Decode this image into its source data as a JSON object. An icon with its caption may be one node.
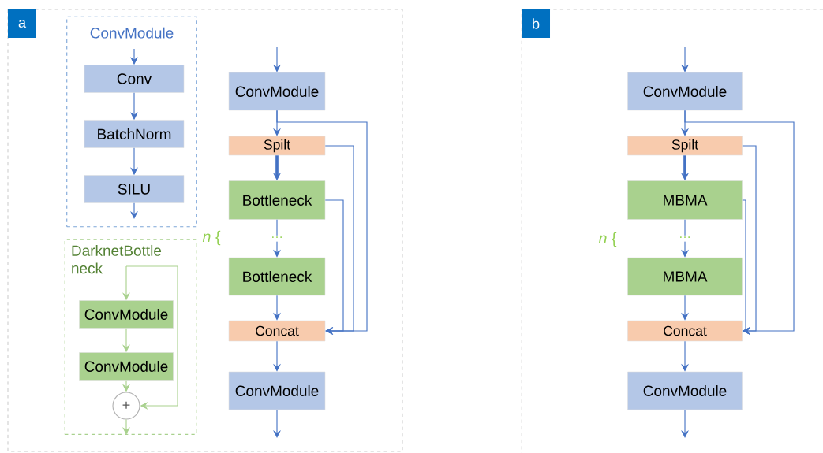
{
  "diagram": {
    "nodes": [
      {
        "text": [
          "ConvModule"
        ]
      },
      {
        "text": [
          "Conv"
        ],
        "in": 0
      },
      {
        "text": [
          "BatchNorm"
        ],
        "in": 0
      },
      {
        "text": [
          "SILU"
        ],
        "in": 0
      },
      {
        "text": [
          "DarknetBottle neck"
        ]
      },
      {
        "text": [
          "ConvModule"
        ],
        "in": 4
      },
      {
        "text": [
          "ConvModule"
        ],
        "in": 4
      },
      {
        "text": [
          "+"
        ],
        "in": 4
      },
      {
        "text": [
          "ConvModule"
        ]
      },
      {
        "text": [
          "Spilt"
        ]
      },
      {
        "text": [
          "Bottleneck"
        ]
      },
      {
        "text": [
          "Bottleneck"
        ]
      },
      {
        "text": [
          "Concat"
        ]
      },
      {
        "text": [
          "ConvModule"
        ]
      },
      {
        "text": [
          "ConvModule"
        ]
      },
      {
        "text": [
          "Spilt"
        ]
      },
      {
        "text": [
          "MBMA"
        ]
      },
      {
        "text": [
          "MBMA"
        ]
      },
      {
        "text": [
          "Concat"
        ]
      },
      {
        "text": [
          "ConvModule"
        ]
      }
    ],
    "edges": [
      {
        "from": null,
        "to": 1,
        "arrow": "to"
      },
      {
        "from": 1,
        "to": 2,
        "arrow": "to"
      },
      {
        "from": 2,
        "to": 3,
        "arrow": "to"
      },
      {
        "from": 3,
        "to": null,
        "arrow": "to"
      },
      {
        "from": null,
        "to": 5,
        "arrow": "to",
        "color": "#a9d18e"
      },
      {
        "from": 5,
        "to": 6,
        "arrow": "to",
        "color": "#a9d18e"
      },
      {
        "from": 6,
        "to": 7,
        "arrow": "to",
        "color": "#a9d18e"
      },
      {
        "from": null,
        "to": 7,
        "arrow": "to",
        "color": "#a9d18e"
      },
      {
        "from": 7,
        "to": null,
        "arrow": "to",
        "color": "#a9d18e"
      },
      {
        "from": null,
        "to": 8,
        "arrow": "to"
      },
      {
        "from": 8,
        "to": 9,
        "arrow": "to"
      },
      {
        "from": 8,
        "to": 12,
        "arrow": "to"
      },
      {
        "from": 9,
        "to": 10,
        "arrow": "to",
        "style": "thick"
      },
      {
        "from": 9,
        "to": 12,
        "arrow": "to"
      },
      {
        "from": 10,
        "to": 11,
        "arrow": "to",
        "label": "···"
      },
      {
        "from": 10,
        "to": 12,
        "arrow": "to"
      },
      {
        "from": 11,
        "to": 12,
        "arrow": "to"
      },
      {
        "from": 12,
        "to": 13,
        "arrow": "to"
      },
      {
        "from": 13,
        "to": null,
        "arrow": "to"
      },
      {
        "from": null,
        "to": 14,
        "arrow": "to"
      },
      {
        "from": 14,
        "to": 15,
        "arrow": "to"
      },
      {
        "from": 14,
        "to": 18,
        "arrow": "to"
      },
      {
        "from": 15,
        "to": 16,
        "arrow": "to",
        "style": "thick"
      },
      {
        "from": 15,
        "to": 18,
        "arrow": "to"
      },
      {
        "from": 16,
        "to": 17,
        "arrow": "to",
        "label": "···"
      },
      {
        "from": 16,
        "to": 18,
        "arrow": "to"
      },
      {
        "from": 17,
        "to": 18,
        "arrow": "to"
      },
      {
        "from": 18,
        "to": 19,
        "arrow": "to"
      },
      {
        "from": 19,
        "to": null,
        "arrow": "to"
      }
    ],
    "labels": [
      "a",
      "b",
      "*n* {",
      "*n* {"
    ]
  }
}
